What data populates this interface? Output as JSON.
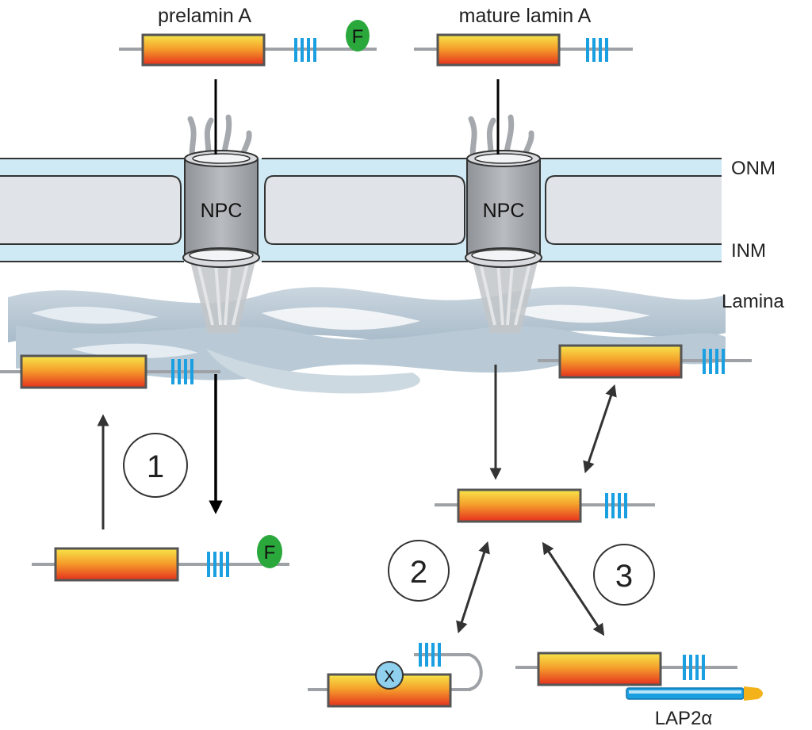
{
  "labels": {
    "prelamin": "prelamin A",
    "mature": "mature lamin A",
    "onm": "ONM",
    "inm": "INM",
    "lamina": "Lamina",
    "npc": "NPC",
    "farnesyl": "F",
    "x": "X",
    "lap2a": "LAP2α"
  },
  "steps": [
    "1",
    "2",
    "3"
  ],
  "colors": {
    "membrane_blue": "#cfe9f5",
    "lumen_gray": "#e0e4e8",
    "lamina_blue": "#a9bccb",
    "npc_gray": "#9fa3a7",
    "rod_top": "#f9e24a",
    "rod_mid": "#f39a2a",
    "rod_bottom": "#e8321e",
    "tail_blue": "#1a9fe0",
    "farnesyl_green": "#2aa83c",
    "x_circle": "#8fd0ef",
    "lap2a_cap": "#f3b21a"
  }
}
